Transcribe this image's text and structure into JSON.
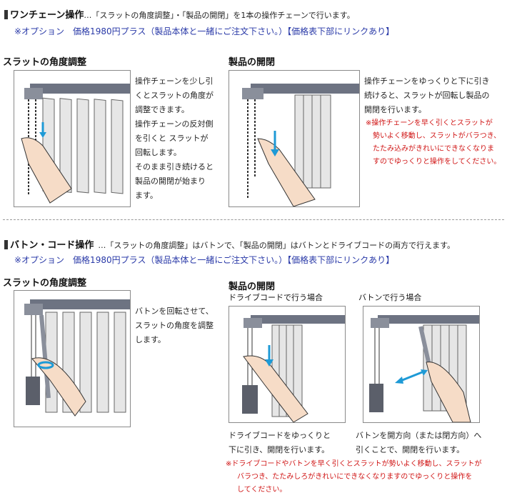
{
  "one_chain": {
    "title": "ワンチェーン操作",
    "subtitle": "…「スラットの角度調整」・「製品の開閉」を1本の操作チェーンで行います。",
    "option": "※オプション　価格1980円プラス（製品本体と一緒にご注文下さい。）【価格表下部にリンクあり】",
    "angle": {
      "heading": "スラットの角度調整",
      "desc_lines": [
        "操作チェーンを少し引",
        "くとスラットの角度が",
        "調整できます。",
        "操作チェーンの反対側",
        "を引くと スラットが",
        "回転します。",
        "そのまま引き続けると",
        "製品の開閉が始まり",
        "ます。"
      ]
    },
    "open": {
      "heading": "製品の開閉",
      "desc_lines": [
        "操作チェーンをゆっくりと下に引き",
        "続けると、スラットが回転し製品の",
        "開閉を行います。"
      ],
      "warn_lines": [
        "※操作チェーンを早く引くとスラットが",
        "勢いよく移動し、スラットがバラつき、",
        "たたみ込みがきれいにできなくなりま",
        "すのでゆっくりと操作をしてください。"
      ]
    }
  },
  "baton": {
    "title": "バトン・コード操作",
    "subtitle": "…「スラットの角度調整」はバトンで、「製品の開閉」はバトンとドライブコードの両方で行えます。",
    "option": "※オプション　価格1980円プラス（製品本体と一緒にご注文下さい。）【価格表下部にリンクあり】",
    "angle": {
      "heading": "スラットの角度調整",
      "desc_lines": [
        "バトンを回転させて、",
        "スラットの角度を調整",
        "します。"
      ]
    },
    "open": {
      "heading": "製品の開閉",
      "cord_case": {
        "label": "ドライブコードで行う場合",
        "desc_lines": [
          "ドライブコードをゆっくりと",
          "下に引き、開閉を行います。"
        ]
      },
      "baton_case": {
        "label": "バトンで行う場合",
        "desc_lines": [
          "バトンを開方向（または閉方向）へ",
          "引くことで、開閉を行います。"
        ]
      },
      "warn_lines": [
        "※ドライブコードやバトンを早く引くとスラットが勢いよく移動し、スラットが",
        "バラつき、たたみしろがきれいにできなくなりますのでゆっくりと操作を",
        "してください。"
      ]
    }
  },
  "colors": {
    "arrow": "#1e9ad6",
    "warning": "#d01515",
    "option": "#2a3aa8"
  }
}
